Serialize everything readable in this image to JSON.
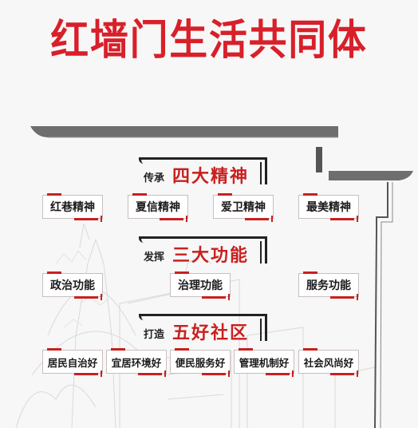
{
  "title": "红墙门生活共同体",
  "colors": {
    "accent": "#c8201f",
    "title": "#d8202a",
    "ink": "#222222",
    "background": "#f7f7f7"
  },
  "sections": [
    {
      "prefix": "传承",
      "heading": "四大精神",
      "items": [
        "红巷精神",
        "夏信精神",
        "爱卫精神",
        "最美精神"
      ]
    },
    {
      "prefix": "发挥",
      "heading": "三大功能",
      "items": [
        "政治功能",
        "治理功能",
        "服务功能"
      ]
    },
    {
      "prefix": "打造",
      "heading": "五好社区",
      "items": [
        "居民自治好",
        "宜居环境好",
        "便民服务好",
        "管理机制好",
        "社会风尚好"
      ]
    }
  ]
}
